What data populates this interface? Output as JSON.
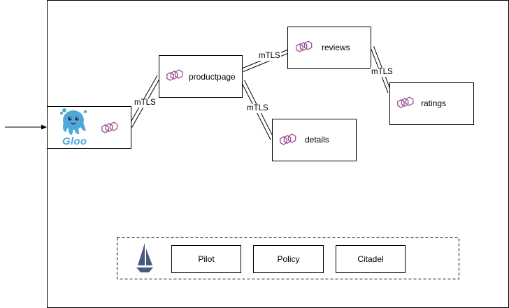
{
  "services": {
    "productpage": "productpage",
    "reviews": "reviews",
    "ratings": "ratings",
    "details": "details"
  },
  "gateway": {
    "logo_text": "Gloo",
    "icon": "gloo-octopus-logo"
  },
  "edges": {
    "gateway_productpage": "mTLS",
    "productpage_reviews": "mTLS",
    "productpage_details": "mTLS",
    "reviews_ratings": "mTLS"
  },
  "control_plane": {
    "pilot": "Pilot",
    "policy": "Policy",
    "citadel": "Citadel",
    "icon": "istio-sail-logo"
  },
  "colors": {
    "envoy_icon": "#9b4f8f",
    "gloo_blue": "#4fa8d8",
    "istio_navy": "#4a5a7c"
  }
}
